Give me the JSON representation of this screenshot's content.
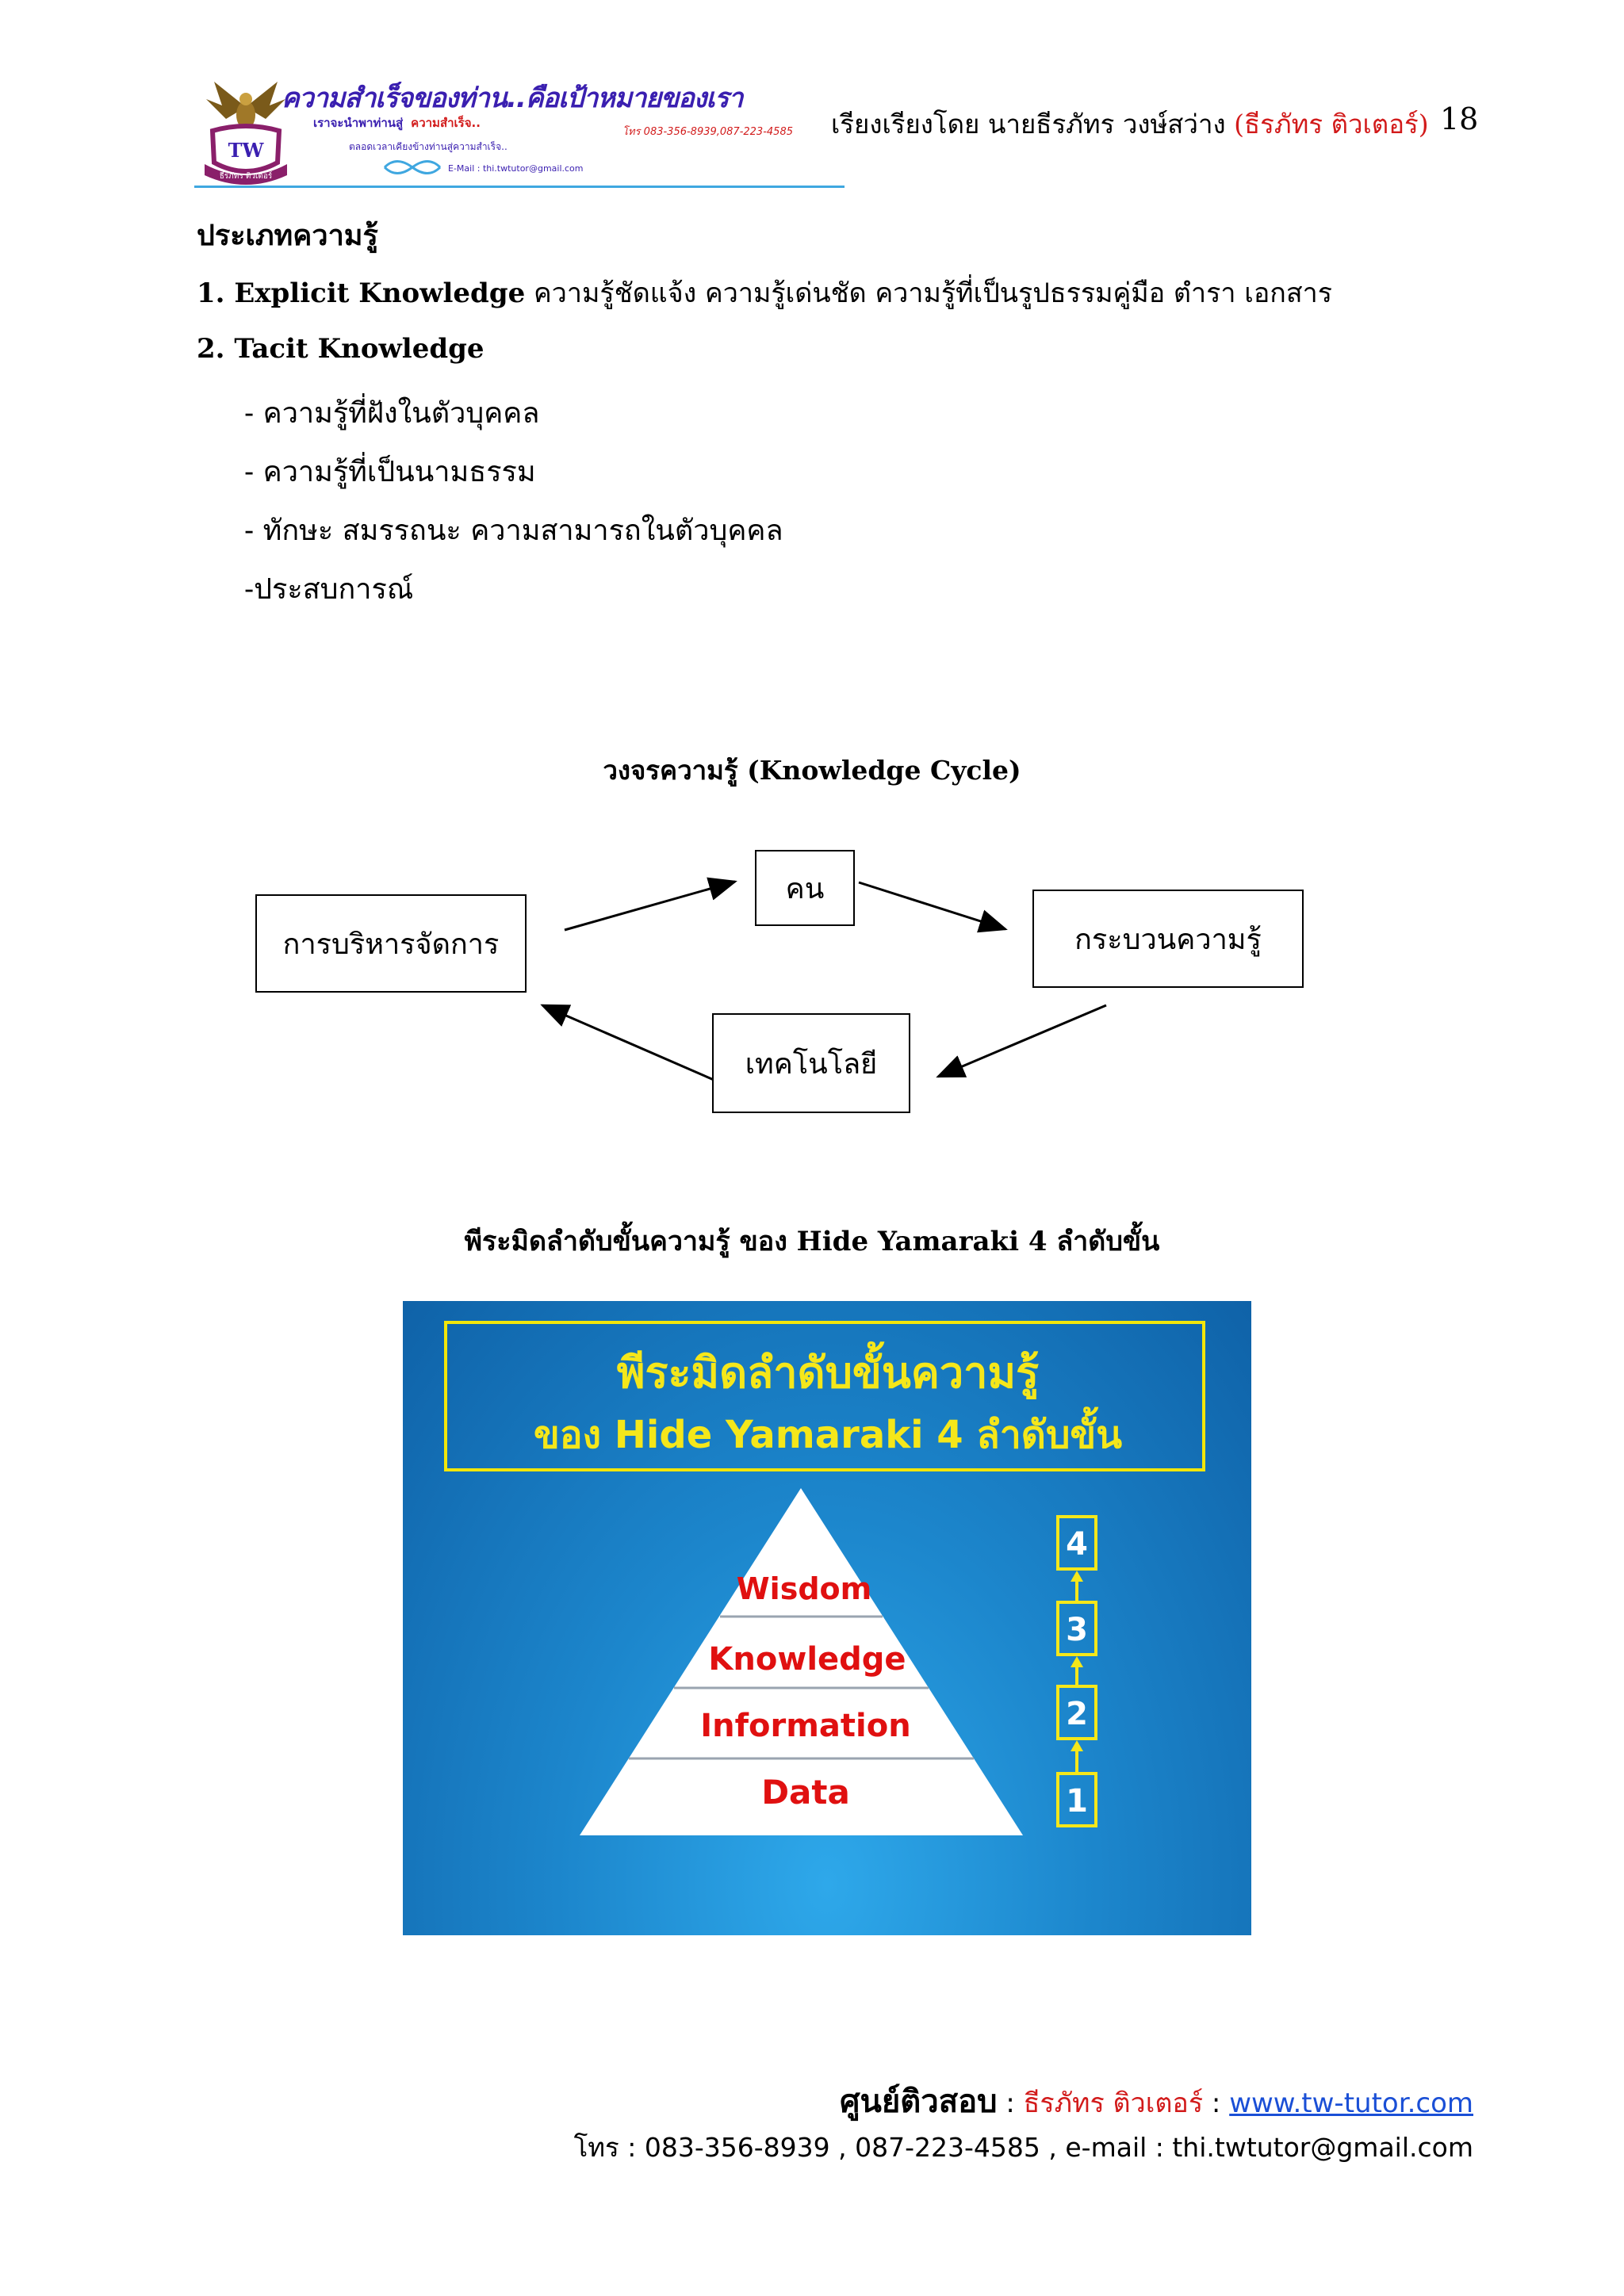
{
  "header": {
    "logo_slogan": "ความสำเร็จของท่าน..คือเป้าหมายของเรา",
    "logo_sub_line1": "เราจะนำพาท่านสู่",
    "logo_sub_line1_red": "ความสำเร็จ..",
    "logo_phone": "โทร 083-356-8939,087-223-4585",
    "logo_sub_line2": "ตลอดเวลาเคียงข้างท่านสู่ความสำเร็จ..",
    "logo_email": "E-Mail : thi.twtutor@gmail.com",
    "logo_badge": "TW",
    "logo_ribbon": "ธีรภัทร ติวเตอร์",
    "author_prefix": "เรียงเรียงโดย นายธีรภัทร  วงษ์สว่าง ",
    "author_red": "(ธีรภัทร ติวเตอร์)",
    "page_number": "18"
  },
  "content": {
    "section_title": "ประเภทความรู้",
    "items": [
      {
        "label": "1.  Explicit  Knowledge",
        "text": "  ความรู้ชัดแจ้ง   ความรู้เด่นชัด ความรู้ที่เป็นรูปธรรมคู่มือ  ตำรา เอกสาร"
      },
      {
        "label": "2.  Tacit  Knowledge",
        "text": ""
      }
    ],
    "tacit_points": [
      "- ความรู้ที่ฝังในตัวบุคคล",
      "- ความรู้ที่เป็นนามธรรม",
      "- ทักษะ  สมรรถนะ  ความสามารถในตัวบุคคล",
      "-ประสบการณ์"
    ]
  },
  "cycle_diagram": {
    "title": "วงจรความรู้ (Knowledge Cycle)",
    "nodes": {
      "top": "คน",
      "right": "กระบวนความรู้",
      "bottom": "เทคโนโลยี",
      "left": "การบริหารจัดการ"
    }
  },
  "pyramid": {
    "caption": "พีระมิดลำดับขั้นความรู้ ของ Hide Yamaraki  4  ลำดับขั้น",
    "slide_title_line1": "พีระมิดลำดับขั้นความรู้",
    "slide_title_line2": "ของ Hide Yamaraki  4  ลำดับขั้น",
    "levels_top_to_bottom": [
      "Wisdom",
      "Knowledge",
      "Information",
      "Data"
    ],
    "steps_top_to_bottom": [
      "4",
      "3",
      "2",
      "1"
    ],
    "colors": {
      "background": "#1478c0",
      "accent_yellow": "#f5e71a",
      "level_text_red": "#e01010",
      "pyramid_fill": "#ffffff"
    }
  },
  "footer": {
    "center_name": "ศูนย์ติวสอบ",
    "sep1": " : ",
    "tutor_name": "ธีรภัทร ติวเตอร์",
    "sep2": " : ",
    "website": "www.tw-tutor.com",
    "contact_line": "โทร : 083-356-8939 , 087-223-4585 , e-mail : thi.twtutor@gmail.com"
  }
}
